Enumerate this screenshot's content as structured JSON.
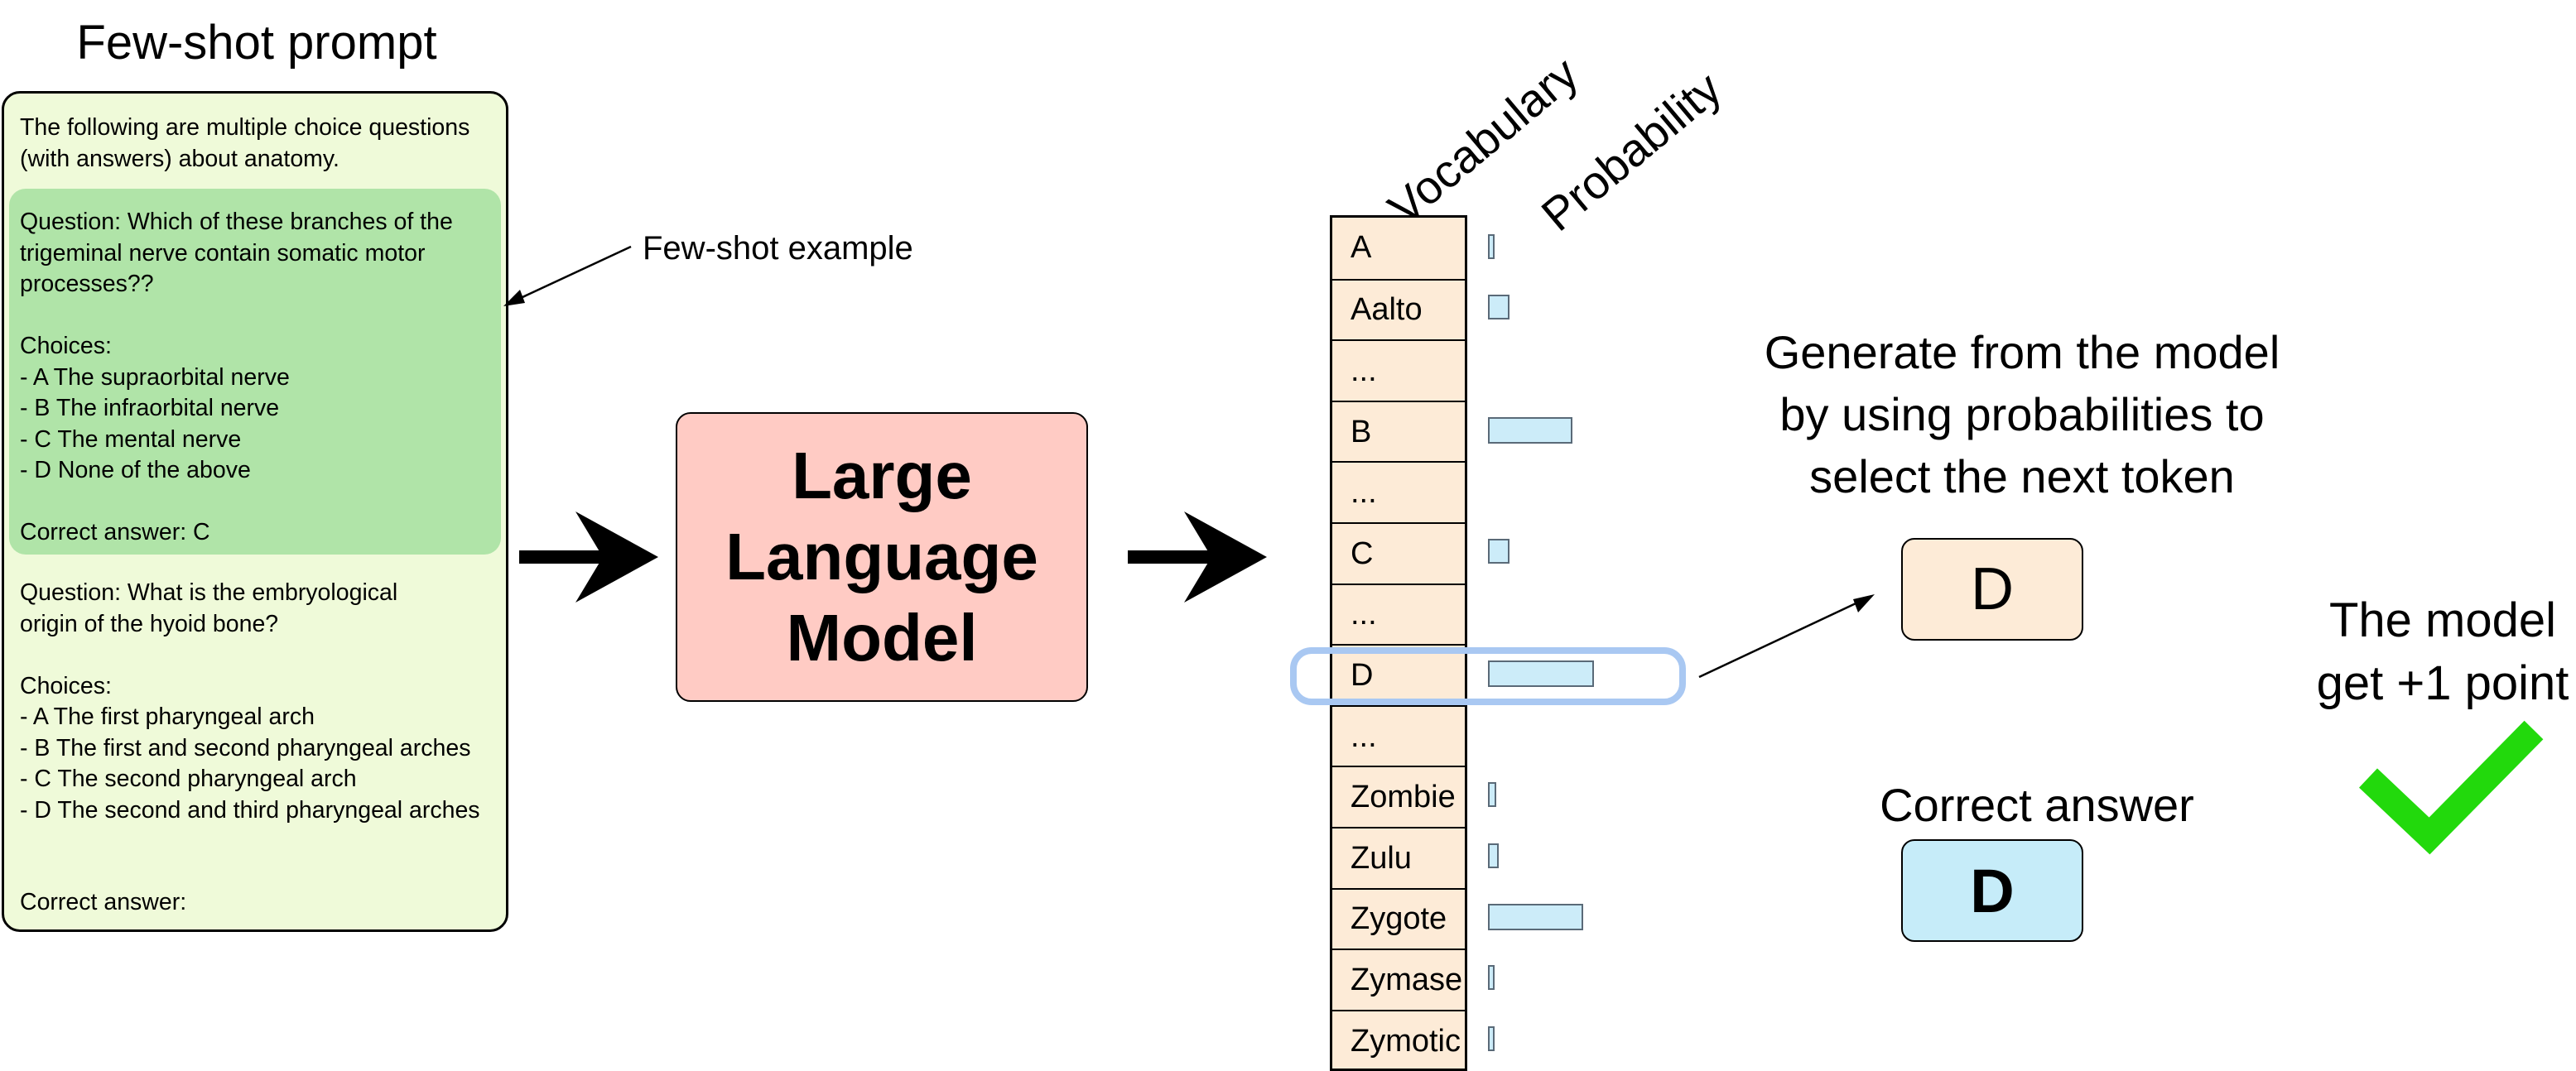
{
  "prompt": {
    "heading": "Few-shot prompt",
    "intro": [
      "The following are multiple choice questions",
      "(with answers) about anatomy."
    ],
    "example": [
      "Question: Which of these branches of the",
      "trigeminal nerve contain somatic motor",
      "processes??",
      "",
      "Choices:",
      "- A The supraorbital nerve",
      "- B The infraorbital nerve",
      "- C The mental nerve",
      "- D None of the above",
      "",
      "Correct answer: C"
    ],
    "question": [
      "Question: What is the embryological",
      "origin of the hyoid bone?",
      "",
      "Choices:",
      "- A The first pharyngeal arch",
      "- B The first and second pharyngeal arches",
      "- C The second pharyngeal arch",
      "- D The second and third pharyngeal arches"
    ],
    "answer_prompt": "Correct answer:"
  },
  "few_shot_annotation": "Few-shot example",
  "model": {
    "lines": [
      "Large",
      "Language",
      "Model"
    ]
  },
  "vocab_header": {
    "vocabulary": "Vocabulary",
    "probability": "Probability"
  },
  "vocab": [
    {
      "token": "A",
      "prob": 0.02
    },
    {
      "token": "Aalto",
      "prob": 0.1
    },
    {
      "token": "...",
      "prob": 0
    },
    {
      "token": "B",
      "prob": 0.4
    },
    {
      "token": "...",
      "prob": 0
    },
    {
      "token": "C",
      "prob": 0.1
    },
    {
      "token": "...",
      "prob": 0
    },
    {
      "token": "D",
      "prob": 0.5,
      "highlight": true
    },
    {
      "token": "...",
      "prob": 0
    },
    {
      "token": "Zombie",
      "prob": 0.04
    },
    {
      "token": "Zulu",
      "prob": 0.05
    },
    {
      "token": "Zygote",
      "prob": 0.45
    },
    {
      "token": "Zymase",
      "prob": 0.03
    },
    {
      "token": "Zymotic",
      "prob": 0.02
    }
  ],
  "generate_text": [
    "Generate from the model",
    "by using probabilities to",
    "select the next token"
  ],
  "generated_token": "D",
  "correct_heading": "Correct answer",
  "correct_token": "D",
  "score_text": [
    "The model",
    "get +1 point"
  ],
  "colors": {
    "prompt_bg": "#effad9",
    "example_bg": "#b0e4a8",
    "model_bg": "#ffcbc4",
    "vocab_bg": "#fdebd7",
    "bar_fill": "#ccecf9",
    "highlight": "#a9c8f2",
    "check": "#22d90c"
  }
}
